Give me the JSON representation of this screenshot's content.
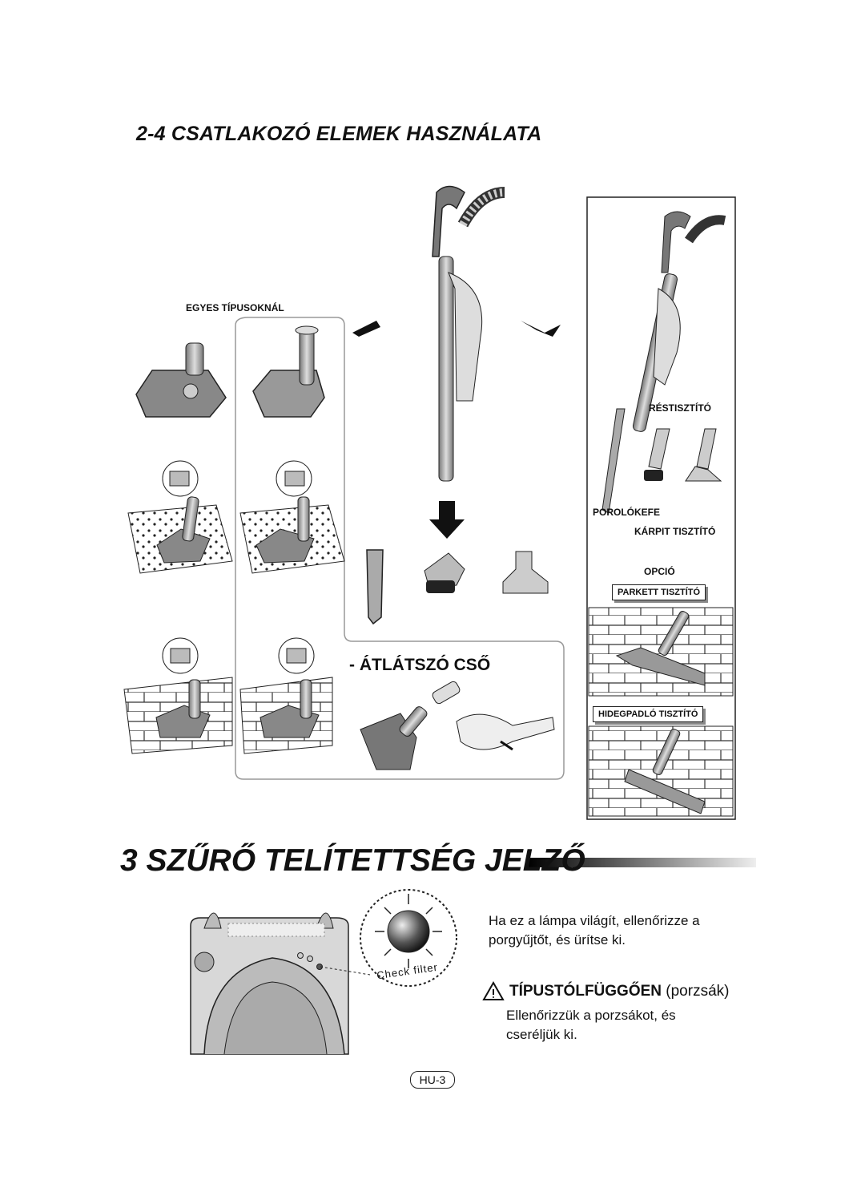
{
  "section": {
    "title": "2-4 CSATLAKOZÓ ELEMEK HASZNÁLATA",
    "some_models_label": "EGYES TÍPUSOKNÁL",
    "transparent_tube_label": "- ÁTLÁTSZÓ CSŐ",
    "crevice_label": "RÉSTISZTÍTÓ",
    "dusting_brush_label": "POROLÓKEFE",
    "upholstery_label": "KÁRPIT TISZTÍTÓ",
    "option_label": "OPCIÓ",
    "parquet_label": "PARKETT TISZTÍTÓ",
    "hard_floor_label": "HIDEGPADLÓ TISZTÍTÓ"
  },
  "filter": {
    "title": "3 SZŰRŐ TELÍTETTSÉG JELZŐ",
    "lamp_text": "Check filter",
    "instruction": "Ha ez a lámpa világít, ellenőrizze a porgyűjtőt, és ürítse ki.",
    "warning_heading": "TÍPUSTÓLFÜGGŐEN",
    "warning_heading_suffix": "(porzsák)",
    "warning_text": "Ellenőrizzük a porzsákot, és cseréljük ki."
  },
  "page": {
    "number": "HU-3"
  },
  "icons": [
    "warning-icon",
    "arrow-icon",
    "lamp-icon"
  ]
}
